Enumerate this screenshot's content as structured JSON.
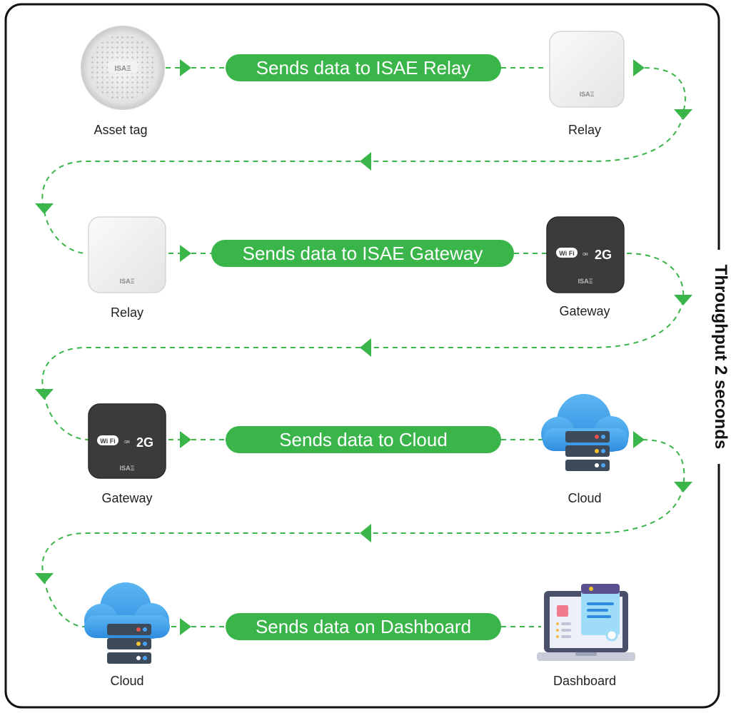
{
  "side_title": "Throughput 2 seconds",
  "accent_color": "#3ab54a",
  "rows": [
    {
      "message": "Sends data to ISAE Relay",
      "source": {
        "label": "Asset tag",
        "icon": "asset-tag-icon",
        "brand": "ISAΞ"
      },
      "target": {
        "label": "Relay",
        "icon": "relay-icon",
        "brand": "ISAΞ"
      }
    },
    {
      "message": "Sends data to ISAE Gateway",
      "source": {
        "label": "Relay",
        "icon": "relay-icon",
        "brand": "ISAΞ"
      },
      "target": {
        "label": "Gateway",
        "icon": "gateway-icon",
        "brand": "ISAΞ",
        "wifi": "Wi Fi",
        "or": "OR",
        "cell": "2G"
      }
    },
    {
      "message": "Sends data to Cloud",
      "source": {
        "label": "Gateway",
        "icon": "gateway-icon",
        "brand": "ISAΞ",
        "wifi": "Wi Fi",
        "or": "OR",
        "cell": "2G"
      },
      "target": {
        "label": "Cloud",
        "icon": "cloud-server-icon"
      }
    },
    {
      "message": "Sends data on Dashboard",
      "source": {
        "label": "Cloud",
        "icon": "cloud-server-icon"
      },
      "target": {
        "label": "Dashboard",
        "icon": "dashboard-laptop-icon"
      }
    }
  ]
}
